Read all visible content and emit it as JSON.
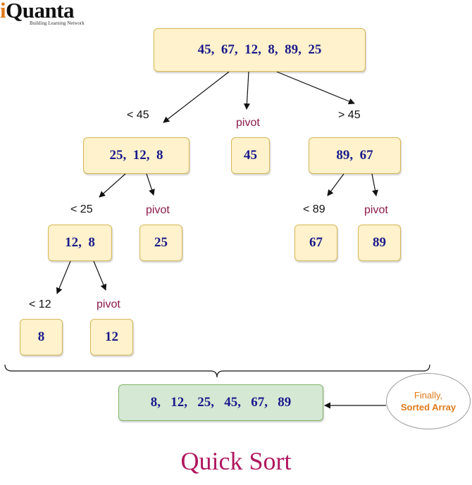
{
  "logo": {
    "brand_accent": "i",
    "brand_rest": "Quanta",
    "tagline": "Building Learning Network"
  },
  "nodes": {
    "root": "45,  67,  12,  8,  89,  25",
    "left": "25,  12,  8",
    "pivot_45": "45",
    "right": "89,  67",
    "left_left": "12,  8",
    "pivot_25": "25",
    "right_left": "67",
    "pivot_89": "89",
    "leaf_8": "8",
    "pivot_12": "12",
    "result": "8,   12,   25,   45,   67,   89"
  },
  "labels": {
    "lt45": "< 45",
    "pivot1": "pivot",
    "gt45": "> 45",
    "lt25": "< 25",
    "pivot2": "pivot",
    "lt89": "< 89",
    "pivot3": "pivot",
    "lt12": "< 12",
    "pivot4": "pivot"
  },
  "callout": {
    "line1": "Finally,",
    "line2": "Sorted Array"
  },
  "title": "Quick Sort",
  "colors": {
    "node_fill": "#fff2cc",
    "node_border": "#d6b656",
    "result_fill": "#d5e8d4",
    "result_border": "#82b366",
    "value_text": "#1a1a8c",
    "pivot_text": "#8b1a4a",
    "callout_text": "#e07a1a",
    "title_text": "#b0175f"
  }
}
